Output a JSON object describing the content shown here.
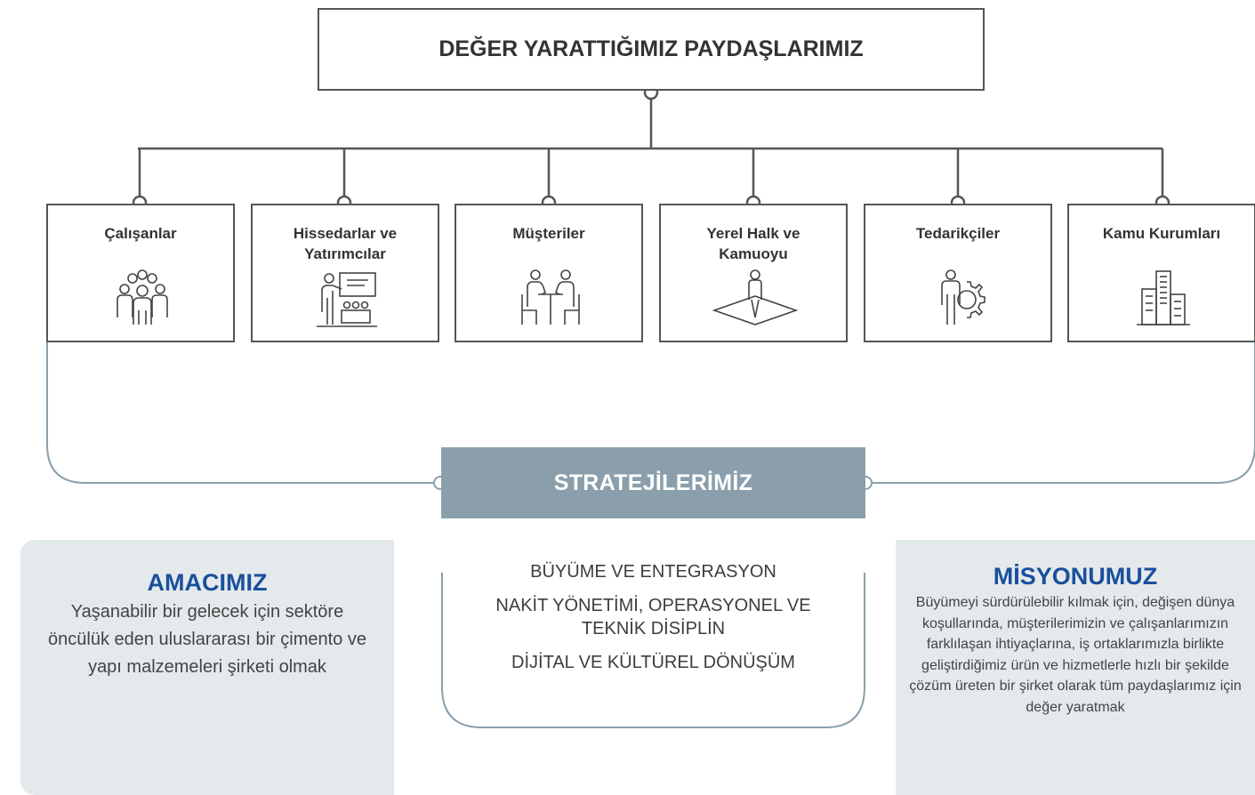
{
  "title": "DEĞER YARATTIĞIMIZ PAYDAŞLARIMIZ",
  "stakeholders": [
    {
      "label": "Çalışanlar",
      "icon": "group-people-icon"
    },
    {
      "label": "Hissedarlar ve Yatırımcılar",
      "icon": "presentation-audience-icon"
    },
    {
      "label": "Müşteriler",
      "icon": "meeting-table-icon"
    },
    {
      "label": "Yerel Halk ve Kamuoyu",
      "icon": "person-on-map-icon"
    },
    {
      "label": "Tedarikçiler",
      "icon": "person-gear-icon"
    },
    {
      "label": "Kamu Kurumları",
      "icon": "government-building-icon"
    }
  ],
  "strategy": {
    "title": "STRATEJİLERİMİZ",
    "items": [
      "BÜYÜME VE ENTEGRASYON",
      "NAKİT YÖNETİMİ, OPERASYONEL VE TEKNİK DİSİPLİN",
      "DİJİTAL VE KÜLTÜREL DÖNÜŞÜM"
    ]
  },
  "purpose": {
    "heading": "AMACIMIZ",
    "text": "Yaşanabilir bir gelecek için sektöre öncülük eden uluslararası bir çimento ve yapı malzemeleri şirketi olmak"
  },
  "mission": {
    "heading": "MİSYONUMUZ",
    "text": "Büyümeyi sürdürülebilir kılmak için, değişen dünya koşullarında, müşterilerimizin ve çalışanlarımızın farklılaşan ihtiyaçlarına, iş ortaklarımızla birlikte geliştirdiğimiz ürün ve hizmetlerle hızlı bir şekilde çözüm üreten bir şirket olarak tüm paydaşlarımız için değer yaratmak"
  },
  "colors": {
    "line": "#555555",
    "strategy_bar": "#8a9fab",
    "panel_bg": "#e4e9ec",
    "heading_blue": "#1a4f9c"
  }
}
